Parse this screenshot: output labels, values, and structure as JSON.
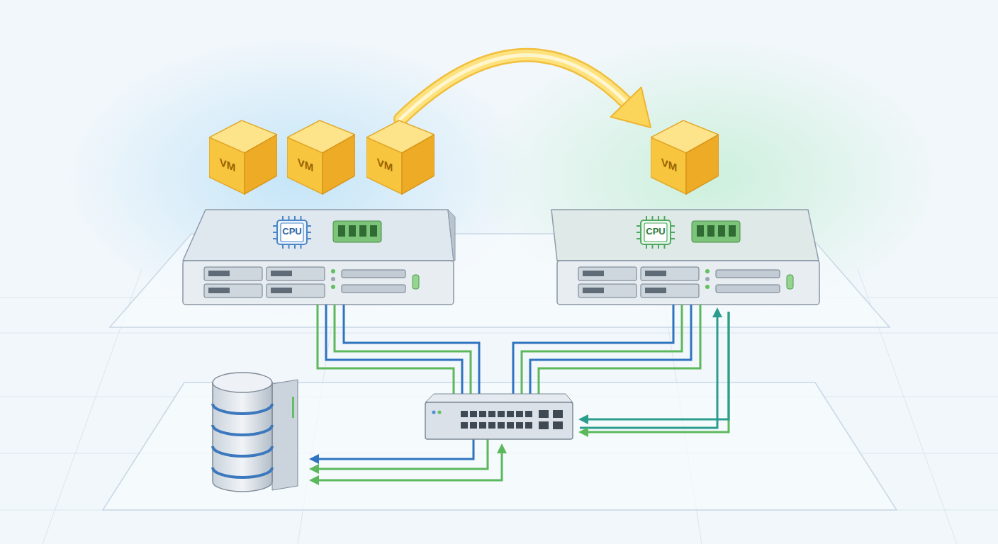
{
  "diagram": {
    "nodes": [
      {
        "text": [
          "VM"
        ]
      },
      {
        "text": [
          "VM"
        ]
      },
      {
        "text": [
          "VM"
        ]
      },
      {
        "text": [
          "VM"
        ]
      },
      {
        "text": [
          "CPU"
        ]
      },
      {
        "text": [
          "CPU"
        ]
      }
    ],
    "edges": [
      {
        "from": 2,
        "to": 3,
        "arrow": "to"
      }
    ]
  }
}
